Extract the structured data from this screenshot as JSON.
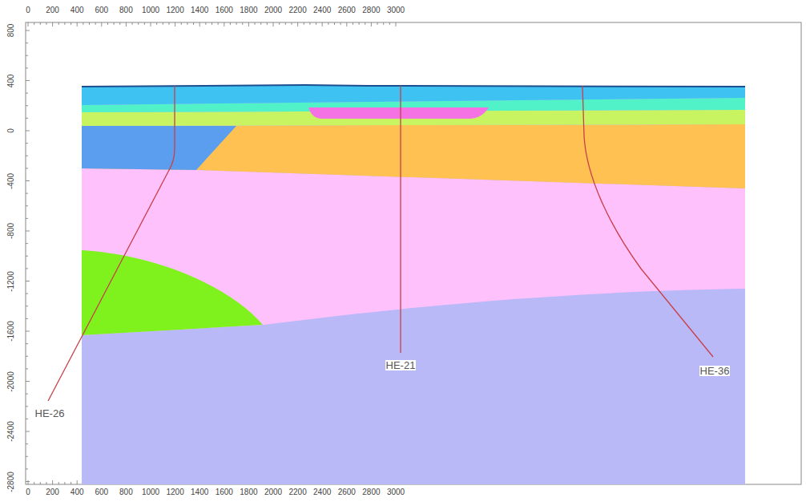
{
  "diagram": {
    "labels": [
      "0",
      "200",
      "400",
      "600",
      "800",
      "1000",
      "1200",
      "1400",
      "1600",
      "1800",
      "2000",
      "2200",
      "2400",
      "2600",
      "2800",
      "3000",
      "0",
      "200",
      "400",
      "600",
      "800",
      "1000",
      "1200",
      "1400",
      "1600",
      "1800",
      "2000",
      "2200",
      "2400",
      "2600",
      "2800",
      "3000",
      "800",
      "400",
      "0",
      "-400",
      "-800",
      "-1200",
      "-1600",
      "-2000",
      "-2400",
      "-2800",
      "HE-26",
      "HE-21",
      "HE-36"
    ]
  }
}
